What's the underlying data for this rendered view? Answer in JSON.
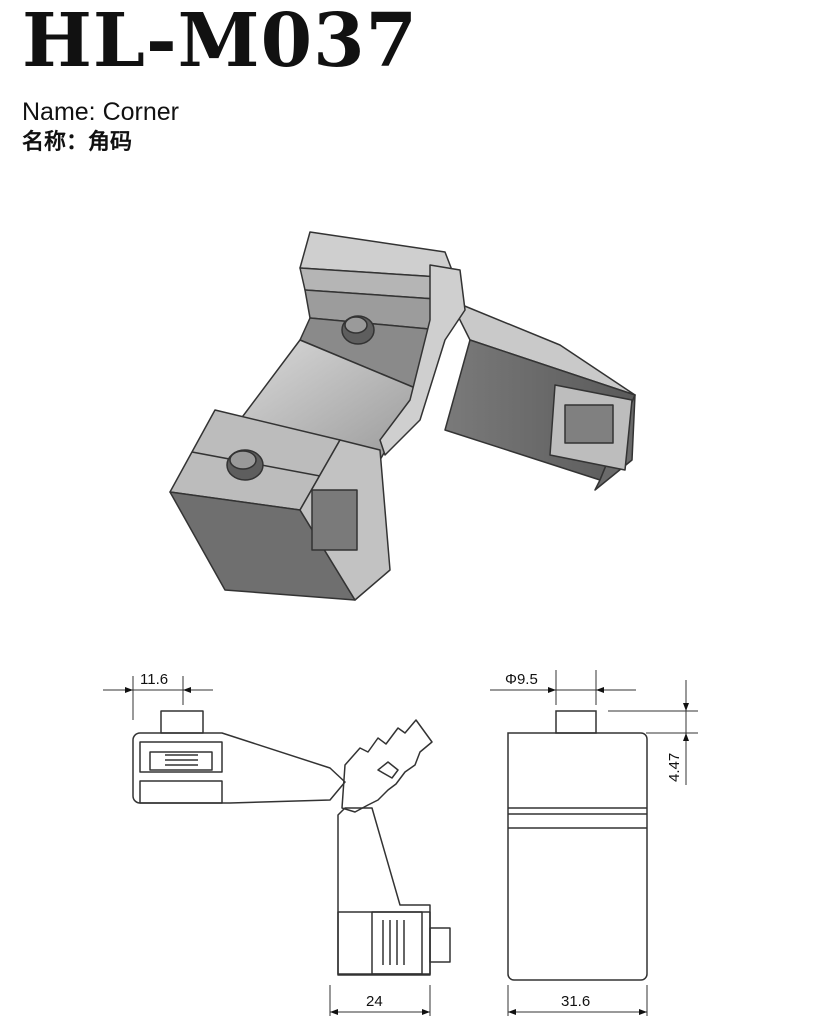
{
  "header": {
    "model": "HL-M037",
    "name_en": "Name: Corner",
    "name_cn": "名称：角码"
  },
  "dimensions": {
    "top_width": "11.6",
    "bottom_width": "24",
    "diameter": "Φ9.5",
    "height": "4.47",
    "side_width": "31.6"
  }
}
